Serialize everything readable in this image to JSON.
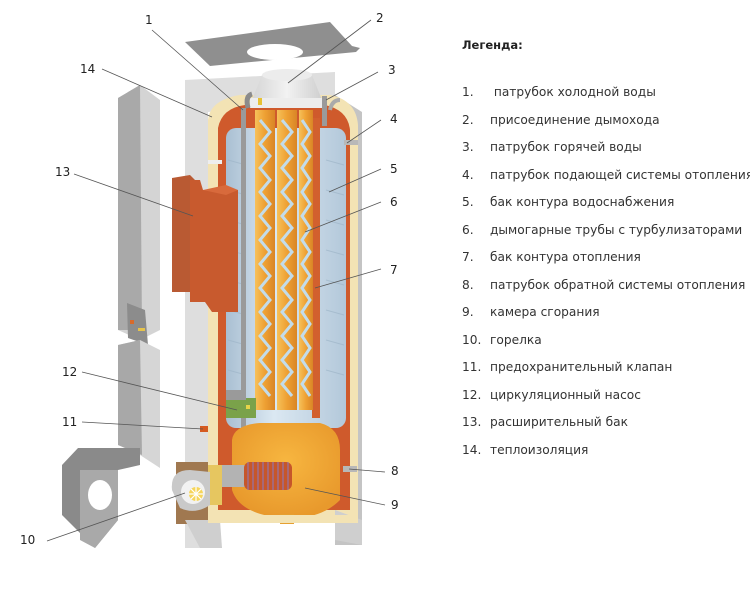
{
  "legend": {
    "title": "Легенда:",
    "items": [
      {
        "num": "1.",
        "label": " патрубок холодной воды"
      },
      {
        "num": "2.",
        "label": "присоединение дымохода"
      },
      {
        "num": "3.",
        "label": "патрубок горячей воды"
      },
      {
        "num": "4.",
        "label": "патрубок подающей системы отопления"
      },
      {
        "num": "5.",
        "label": "бак контура водоснабжения"
      },
      {
        "num": "6.",
        "label": "дымогарные трубы с турбулизаторами"
      },
      {
        "num": "7.",
        "label": "бак контура отопления"
      },
      {
        "num": "8.",
        "label": "патрубок обратной системы отопления"
      },
      {
        "num": "9.",
        "label": "камера сгорания"
      },
      {
        "num": "10.",
        "label": "горелка"
      },
      {
        "num": "11.",
        "label": "предохранительный клапан"
      },
      {
        "num": "12.",
        "label": "циркуляционный насос"
      },
      {
        "num": "13.",
        "label": "расширительный бак"
      },
      {
        "num": "14.",
        "label": "теплоизоляция"
      }
    ]
  },
  "callouts": [
    "1",
    "2",
    "3",
    "4",
    "5",
    "6",
    "7",
    "8",
    "9",
    "10",
    "11",
    "12",
    "13",
    "14"
  ],
  "colors": {
    "insulation": "#f3e3b4",
    "heating_tank": "#cf5a2c",
    "water_tank": "#c9dcea",
    "fire_tubes": "#efa534",
    "turbulizer": "#bcd7e6",
    "casing": "#dcdcdc",
    "casing_dark": "#8e8e8e",
    "expansion_tank": "#c85a2e",
    "pump": "#7aa24a"
  }
}
